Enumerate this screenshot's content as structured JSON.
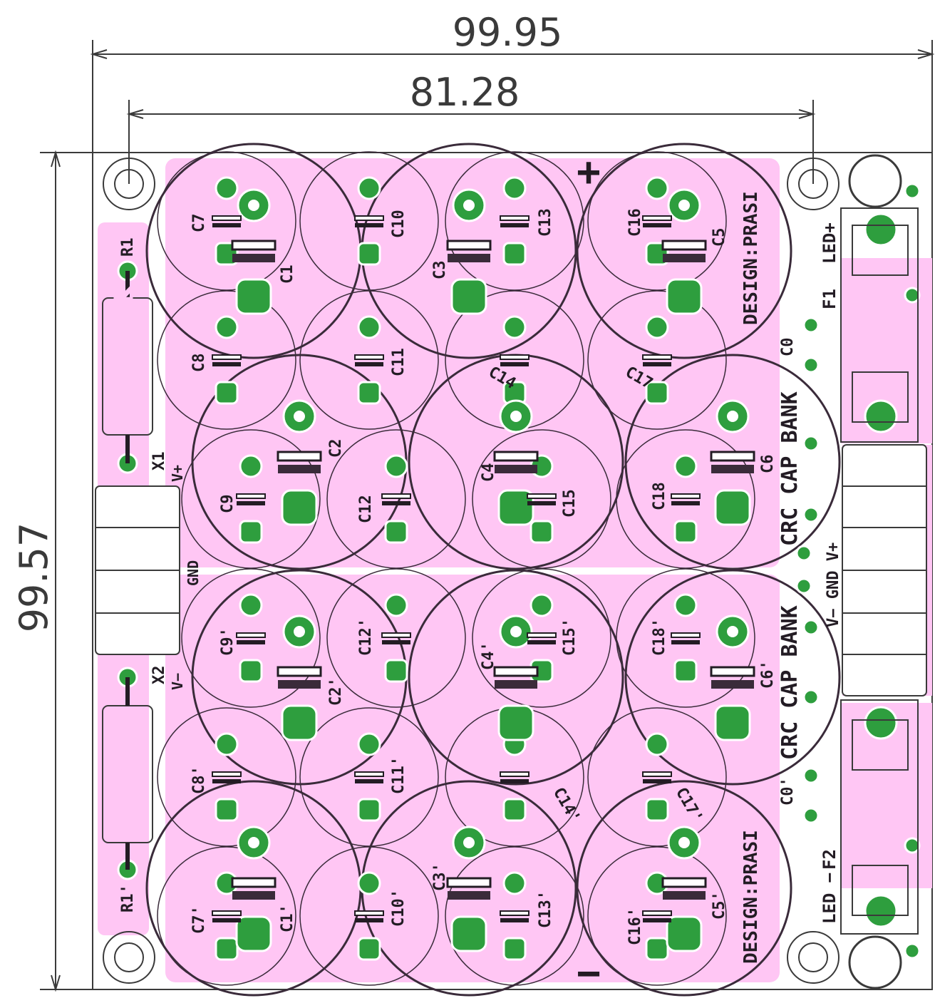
{
  "dimensions": {
    "overall_width": "99.95",
    "hole_spacing": "81.28",
    "overall_height": "99.57"
  },
  "board_text": {
    "title_top": "CAP BANK",
    "title_bottom": "PRASI",
    "design_top": "DESIGN:PRASI",
    "design_bottom": "DESIGN:PRASI",
    "crc_top": "CRC CAP BANK",
    "crc_bottom": "CRC CAP BANK",
    "plus_sign": "+",
    "minus_sign": "−",
    "net_vplus": "V+",
    "net_gnd": "GND",
    "net_vminus": "V−",
    "net_right": "V− GND V+",
    "led_plus": "LED+",
    "led_minus": "LED −",
    "fuse1": "F1",
    "fuse2": "F2"
  },
  "labels": [
    {
      "id": "R1",
      "text": "R1"
    },
    {
      "id": "R1p",
      "text": "R1'"
    },
    {
      "id": "X1",
      "text": "X1"
    },
    {
      "id": "X2",
      "text": "X2"
    },
    {
      "id": "C0",
      "text": "C0"
    },
    {
      "id": "C0p",
      "text": "C0'"
    },
    {
      "id": "C1",
      "text": "C1"
    },
    {
      "id": "C2",
      "text": "C2"
    },
    {
      "id": "C3",
      "text": "C3"
    },
    {
      "id": "C4",
      "text": "C4"
    },
    {
      "id": "C5",
      "text": "C5"
    },
    {
      "id": "C6",
      "text": "C6"
    },
    {
      "id": "C7",
      "text": "C7"
    },
    {
      "id": "C8",
      "text": "C8"
    },
    {
      "id": "C9",
      "text": "C9"
    },
    {
      "id": "C10",
      "text": "C10"
    },
    {
      "id": "C11",
      "text": "C11"
    },
    {
      "id": "C12",
      "text": "C12"
    },
    {
      "id": "C13",
      "text": "C13"
    },
    {
      "id": "C14",
      "text": "C14"
    },
    {
      "id": "C15",
      "text": "C15"
    },
    {
      "id": "C16",
      "text": "C16"
    },
    {
      "id": "C17",
      "text": "C17"
    },
    {
      "id": "C18",
      "text": "C18"
    },
    {
      "id": "C1p",
      "text": "C1'"
    },
    {
      "id": "C2p",
      "text": "C2'"
    },
    {
      "id": "C3p",
      "text": "C3'"
    },
    {
      "id": "C4p",
      "text": "C4'"
    },
    {
      "id": "C5p",
      "text": "C5'"
    },
    {
      "id": "C6p",
      "text": "C6'"
    },
    {
      "id": "C7p",
      "text": "C7'"
    },
    {
      "id": "C8p",
      "text": "C8'"
    },
    {
      "id": "C9p",
      "text": "C9'"
    },
    {
      "id": "C10p",
      "text": "C10'"
    },
    {
      "id": "C11p",
      "text": "C11'"
    },
    {
      "id": "C12p",
      "text": "C12'"
    },
    {
      "id": "C13p",
      "text": "C13'"
    },
    {
      "id": "C14p",
      "text": "C14'"
    },
    {
      "id": "C15p",
      "text": "C15'"
    },
    {
      "id": "C16p",
      "text": "C16'"
    },
    {
      "id": "C17p",
      "text": "C17'"
    },
    {
      "id": "C18p",
      "text": "C18'"
    }
  ],
  "colors": {
    "board_outline": "#3a3a3a",
    "copper_fill": "#ffc6f4",
    "pad": "#2e9e3e",
    "silkscreen": "#231c24"
  }
}
